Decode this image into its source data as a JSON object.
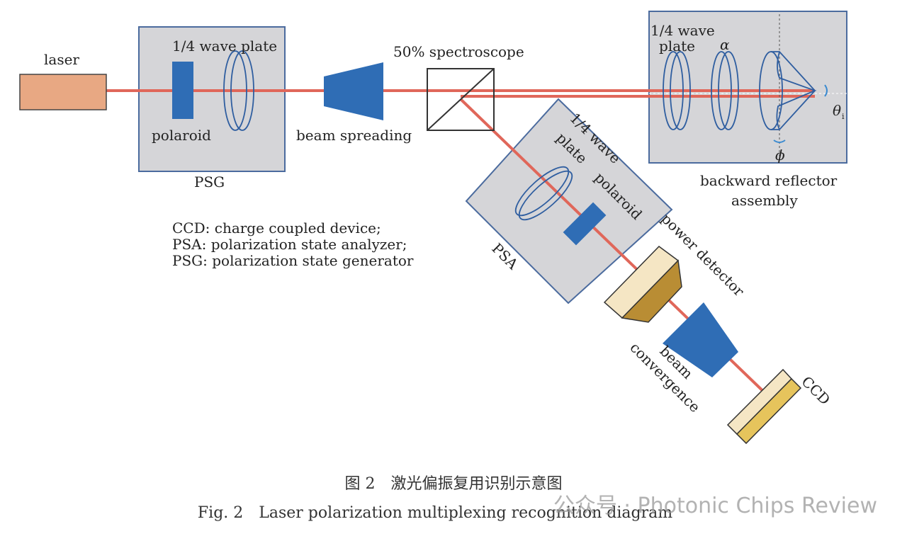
{
  "labels": {
    "laser": "laser",
    "psg_wave_plate": "1/4 wave plate",
    "psg_polaroid": "polaroid",
    "psg": "PSG",
    "beam_spreading": "beam spreading",
    "spectroscope": "50% spectroscope",
    "reflector_wave_plate_1": "1/4 wave",
    "reflector_wave_plate_2": "plate",
    "alpha": "α",
    "theta": "θ",
    "theta_sub": "i",
    "phi": "ϕ",
    "reflector_1": "backward reflector",
    "reflector_2": "assembly",
    "psa_wave_plate_1": "1/4 wave",
    "psa_wave_plate_2": "plate",
    "psa_polaroid": "polaroid",
    "psa": "PSA",
    "power_detector": "power detector",
    "beam_convergence_1": "beam",
    "beam_convergence_2": "convergence",
    "ccd": "CCD"
  },
  "legend": [
    "CCD: charge coupled device;",
    "PSA: polarization state analyzer;",
    "PSG: polarization state generator"
  ],
  "caption": {
    "zh": "图 2　激光偏振复用识别示意图",
    "en": "Fig. 2　Laser polarization multiplexing recognition diagram"
  },
  "watermark": "公众号 · Photonic Chips Review",
  "colors": {
    "beam": "#e0675a",
    "component": "#2f6db5",
    "box": "#d5d5d8",
    "box_stroke": "#4b6b9e",
    "laser": "#e8a883"
  }
}
